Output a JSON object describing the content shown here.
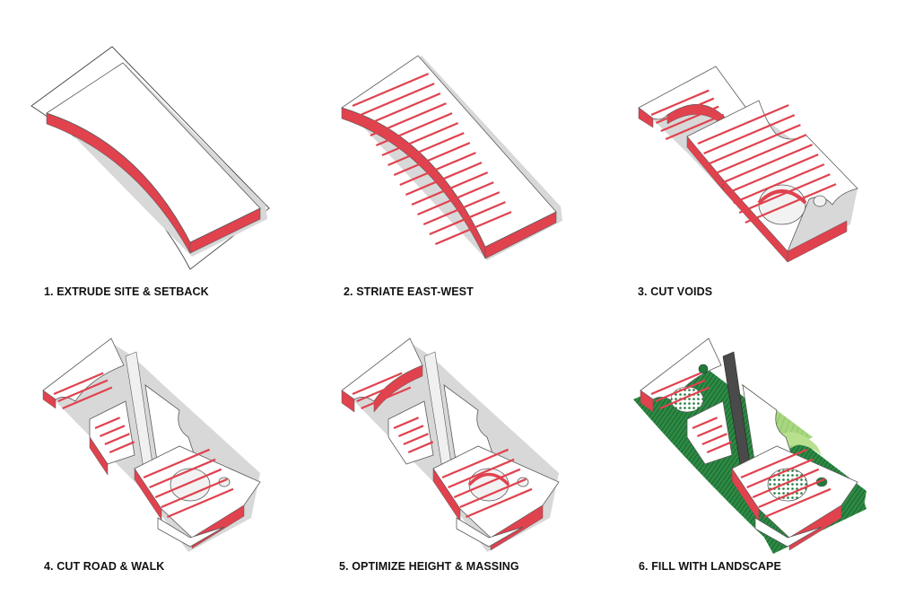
{
  "steps": [
    {
      "label": "1. EXTRUDE SITE & SETBACK"
    },
    {
      "label": "2. STRIATE EAST-WEST"
    },
    {
      "label": "3. CUT VOIDS"
    },
    {
      "label": "4. CUT ROAD & WALK"
    },
    {
      "label": "5. OPTIMIZE HEIGHT & MASSING"
    },
    {
      "label": "6. FILL WITH LANDSCAPE"
    }
  ],
  "colors": {
    "top_face": "#ffffff",
    "side_face": "#e0424e",
    "outline": "#5a5a5a",
    "shadow": "#cfcfcf",
    "landscape_dark": "#1f7a3a",
    "landscape_light": "#8cc96a"
  }
}
